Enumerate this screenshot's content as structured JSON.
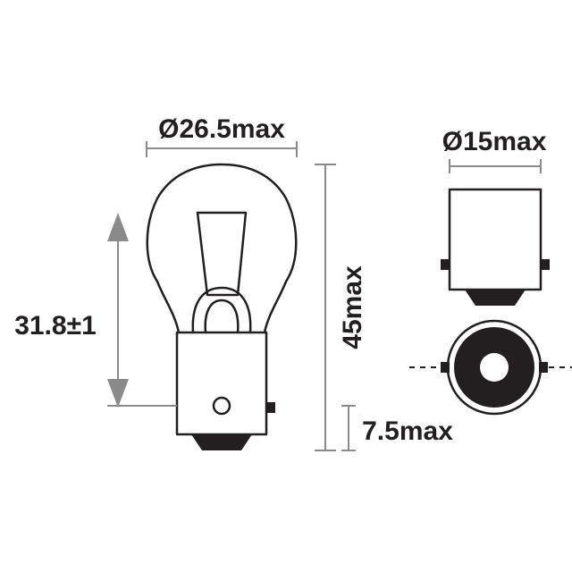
{
  "dimensions": {
    "bulb_diameter": "Ø26.5max",
    "cap_diameter": "Ø15max",
    "overall_length": "45max",
    "light_center_length": "31.8±1",
    "cap_pin_offset": "7.5max"
  },
  "colors": {
    "outline": "#231f20",
    "dimension_line": "#8a8a8a"
  }
}
